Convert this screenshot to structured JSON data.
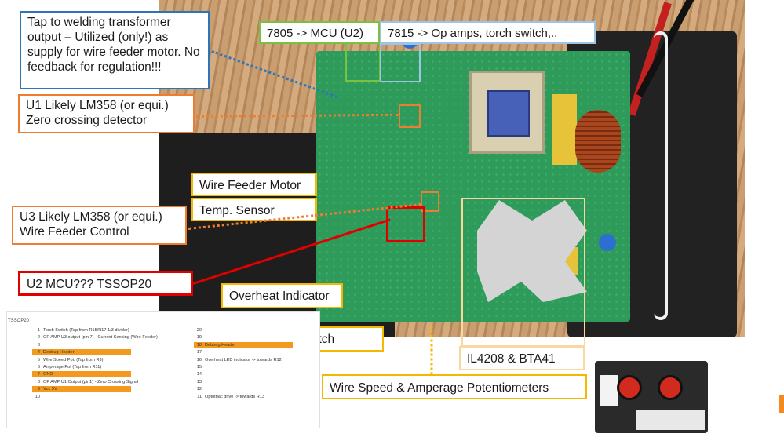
{
  "colors": {
    "blue": "#2e75b6",
    "green": "#7ac043",
    "lightblue": "#9dc3e6",
    "orange": "#ed7d31",
    "gold": "#f5b800",
    "red": "#e00000",
    "pale_orange": "#fbd7a0"
  },
  "labels": {
    "tap": "Tap to welding transformer output – Utilized (only!) as supply for wire feeder motor. No feedback for regulation!!!",
    "reg5": "7805 -> MCU (U2)",
    "reg15": "7815 -> Op amps, torch switch,..",
    "u1_line1": "U1 Likely LM358 (or equi.)",
    "u1_line2": "Zero crossing detector",
    "motor": "Wire Feeder Motor",
    "temp": "Temp. Sensor",
    "u3_line1": "U3 Likely LM358 (or equi.)",
    "u3_line2": "Wire Feeder Control",
    "mcu": "U2 MCU??? TSSOP20",
    "overheat": "Overheat Indicator",
    "torch_partial": "itch",
    "triac": "IL4208 & BTA41",
    "pots": "Wire Speed & Amperage Potentiometers"
  },
  "pinout": {
    "title": "TSSOP20",
    "left": [
      {
        "n": "1",
        "text": "Torch Switch (Tap from R15/R17 1/3 divider)",
        "hl": false
      },
      {
        "n": "2",
        "text": "OP AMP U3 output (pin.7) - Current Sensing (Wire Feeder)",
        "hl": false
      },
      {
        "n": "3",
        "text": "",
        "hl": false
      },
      {
        "n": "4",
        "text": "Debbug Header",
        "hl": true
      },
      {
        "n": "5",
        "text": "Wire Speed Pot. (Tap from R9)",
        "hl": false
      },
      {
        "n": "6",
        "text": "Amperage Pot (Tap from R11)",
        "hl": false
      },
      {
        "n": "7",
        "text": "GND",
        "hl": true
      },
      {
        "n": "8",
        "text": "OP AMP U1 Output (pin1) - Zero Crossing Signal",
        "hl": false
      },
      {
        "n": "9",
        "text": "Vcc 5V",
        "hl": true
      },
      {
        "n": "10",
        "text": "",
        "hl": false
      }
    ],
    "right": [
      {
        "n": "20",
        "text": "",
        "hl": false
      },
      {
        "n": "19",
        "text": "",
        "hl": false
      },
      {
        "n": "18",
        "text": "Debbug Header",
        "hl": true
      },
      {
        "n": "17",
        "text": "",
        "hl": false
      },
      {
        "n": "16",
        "text": "Overheat LED indicator -> towards R12",
        "hl": false
      },
      {
        "n": "15",
        "text": "",
        "hl": false
      },
      {
        "n": "14",
        "text": "",
        "hl": false
      },
      {
        "n": "13",
        "text": "",
        "hl": false
      },
      {
        "n": "12",
        "text": "",
        "hl": false
      },
      {
        "n": "11",
        "text": "Optotriac drive -> towards R13",
        "hl": false
      }
    ]
  }
}
